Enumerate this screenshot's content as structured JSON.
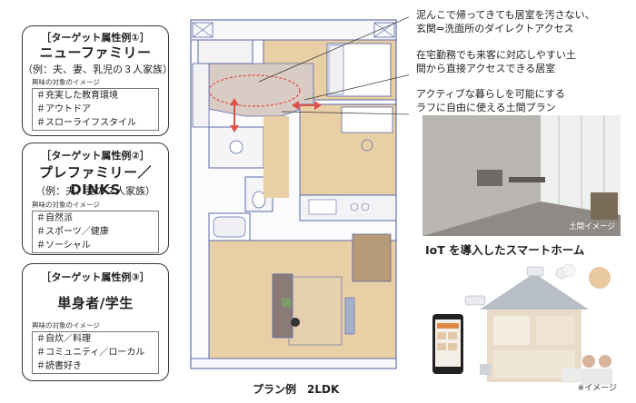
{
  "personas": [
    {
      "tag": "［ターゲット属性例①］",
      "title": "ニューファミリー",
      "example": "（例：夫、妻、乳児の３人家族）",
      "interest_label": "興味の対象のイメージ",
      "interests": [
        "＃充実した教育環境",
        "＃アウトドア",
        "＃スローライフスタイル"
      ]
    },
    {
      "tag": "［ターゲット属性例②］",
      "title": "プレファミリー／DINKS",
      "example": "（例：夫、妻の２人家族）",
      "interest_label": "興味の対象のイメージ",
      "interests": [
        "＃自然派",
        "＃スポーツ／健康",
        "＃ソーシャル"
      ]
    },
    {
      "tag": "［ターゲット属性例③］",
      "title": "単身者/学生",
      "example": "",
      "interest_label": "興味の対象のイメージ",
      "interests": [
        "＃自炊／料理",
        "＃コミュニティ／ローカル",
        "＃読書好き"
      ]
    }
  ],
  "annotations": [
    {
      "line1": "泥んこで帰ってきても居室を汚さない、",
      "line2": "玄関⇔洗面所のダイレクトアクセス"
    },
    {
      "line1": "在宅勤務でも来客に対応しやすい土",
      "line2": "間から直接アクセスできる居室"
    },
    {
      "line1": "アクティブな暮らしを可能にする",
      "line2": "ラフに自由に使える土間プラン"
    }
  ],
  "photo_caption": "土間イメージ",
  "iot_heading": "IoT を導入したスマートホーム",
  "iot_caption": "※イメージ",
  "plan_caption": "プラン例　2LDK",
  "colors": {
    "floor": "#e9cfa6",
    "doma": "#d8ccc4",
    "plan_line": "#5a6aa8",
    "arrow": "#e0504a"
  }
}
